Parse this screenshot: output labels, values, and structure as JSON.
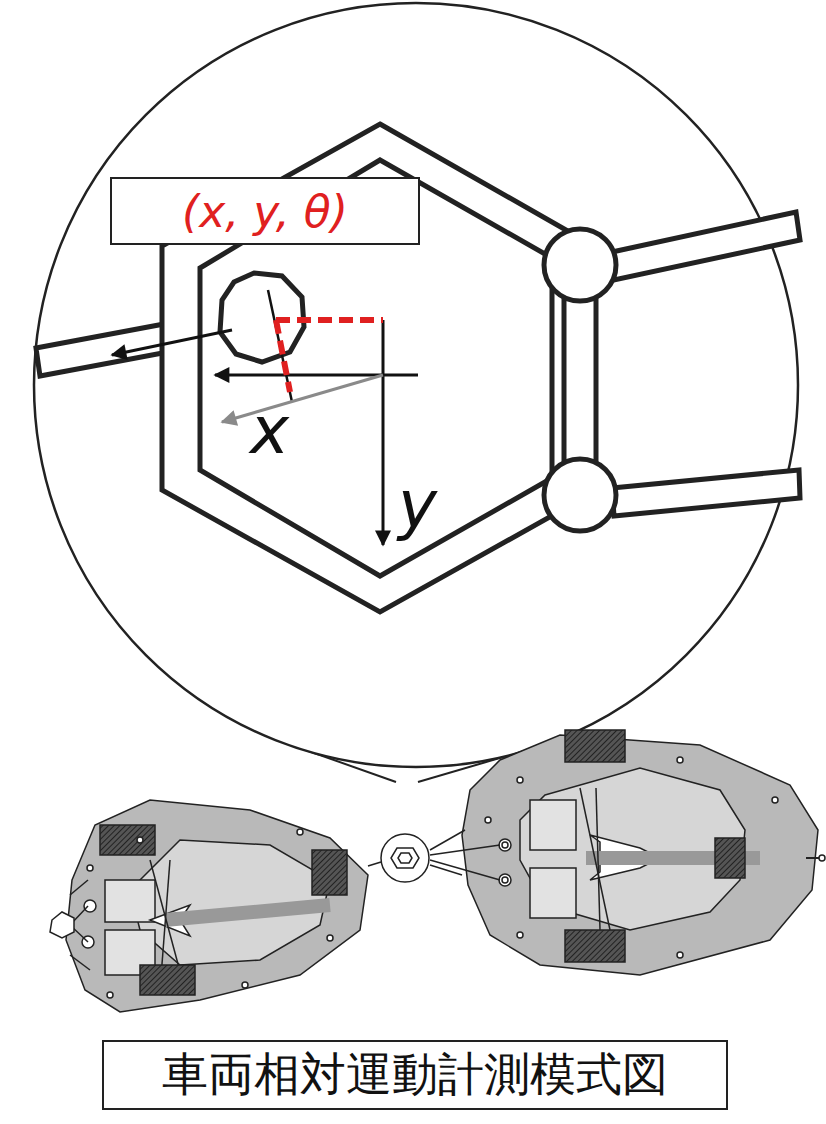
{
  "diagram": {
    "caption": "車両相対運動計測模式図",
    "nodes": [
      {
        "text": [
          "(x, y, θ)"
        ]
      }
    ],
    "labels": [
      "x",
      "y"
    ]
  }
}
